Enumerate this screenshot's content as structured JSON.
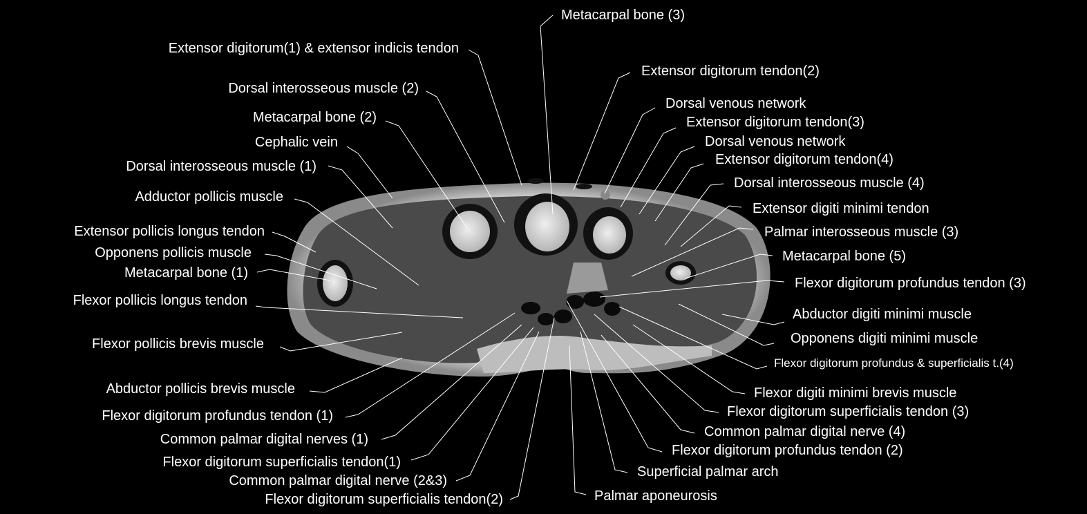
{
  "labels_left": [
    "Extensor digitorum(1) & extensor indicis tendon",
    "Dorsal interosseous muscle (2)",
    "Metacarpal bone (2)",
    "Cephalic vein",
    "Dorsal interosseous muscle (1)",
    "Adductor pollicis muscle",
    "Extensor pollicis longus tendon",
    "Opponens pollicis muscle",
    "Metacarpal bone (1)",
    "Flexor pollicis longus tendon",
    "Flexor pollicis brevis muscle",
    "Abductor pollicis brevis muscle",
    "Flexor digitorum profundus tendon (1)",
    "Common palmar digital nerves (1)",
    "Flexor digitorum superficialis tendon(1)",
    "Common palmar digital nerve (2&3)",
    "Flexor digitorum superficialis tendon(2)"
  ],
  "labels_right": [
    "Metacarpal bone (3)",
    "Extensor digitorum tendon(2)",
    "Dorsal venous network",
    "Extensor digitorum tendon(3)",
    "Dorsal venous network",
    "Extensor digitorum tendon(4)",
    "Dorsal interosseous muscle (4)",
    "Extensor digiti minimi tendon",
    "Palmar interosseous muscle (3)",
    "Metacarpal bone (5)",
    "Flexor digitorum profundus tendon (3)",
    "Abductor digiti minimi muscle",
    "Opponens digiti minimi muscle",
    "Flexor digitorum profundus & superficialis t.(4)",
    "Flexor digiti minimi brevis muscle",
    "Flexor digitorum superficialis tendon (3)",
    "Common palmar digital nerve (4)",
    "Flexor digitorum profundus tendon (2)",
    "Superficial palmar arch",
    "Palmar aponeurosis"
  ],
  "colors": {
    "background": "#000000",
    "label": "#ffffff",
    "leader_line": "#ffffff"
  }
}
